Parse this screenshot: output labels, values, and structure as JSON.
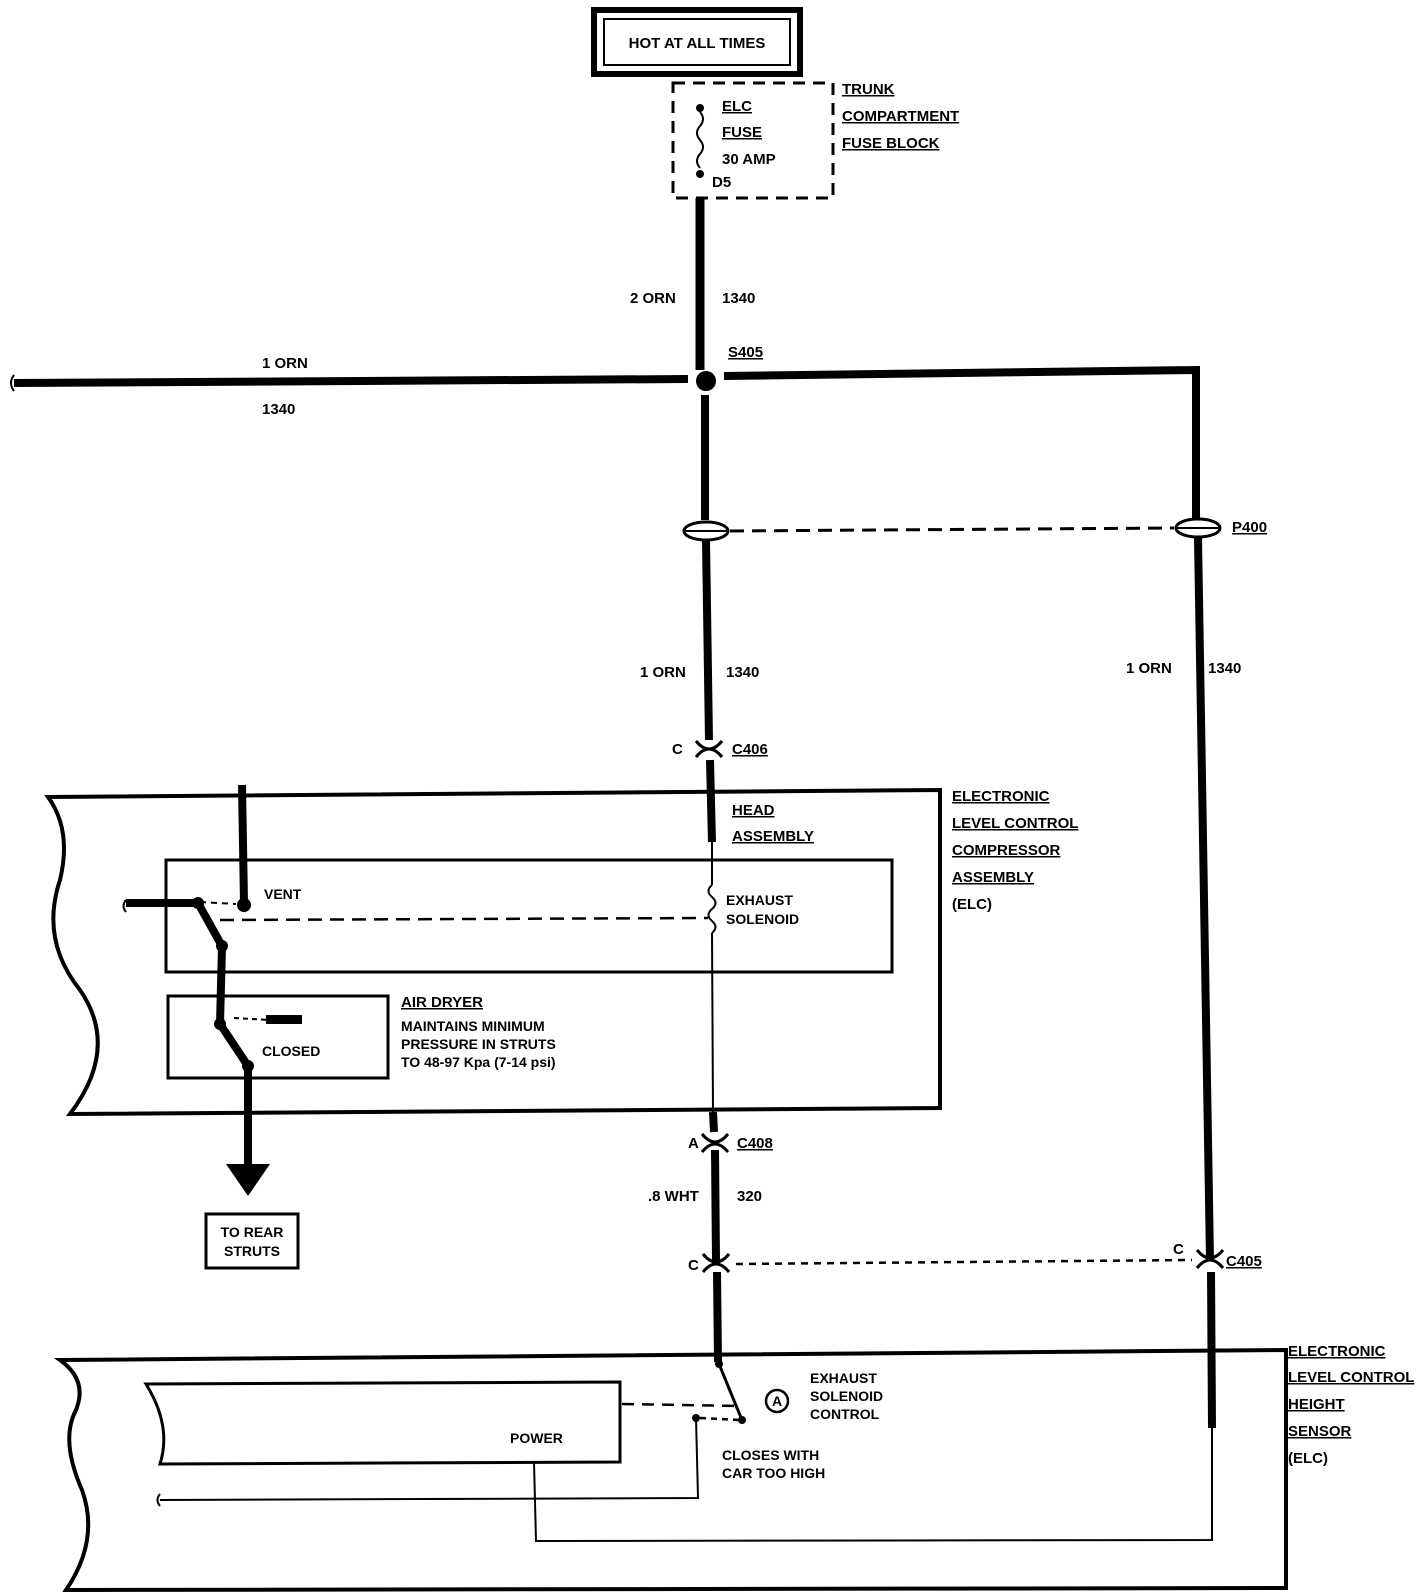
{
  "power_source": {
    "label": "HOT AT ALL TIMES"
  },
  "fuse": {
    "line1": "ELC",
    "line2": "FUSE",
    "rating": "30 AMP",
    "terminal": "D5"
  },
  "fuse_block": {
    "line1": "TRUNK",
    "line2": "COMPARTMENT",
    "line3": "FUSE BLOCK"
  },
  "wires": {
    "feed_gauge": "2 ORN",
    "feed_circuit": "1340",
    "left_gauge": "1 ORN",
    "left_circuit": "1340",
    "center_gauge": "1 ORN",
    "center_circuit": "1340",
    "right_gauge": "1 ORN",
    "right_circuit": "1340",
    "solenoid_gauge": ".8 WHT",
    "solenoid_circuit": "320"
  },
  "splice": {
    "label": "S405"
  },
  "connectors": {
    "p400": "P400",
    "c406_pin": "C",
    "c406": "C406",
    "c408_pin": "A",
    "c408": "C408",
    "c405_pin_left": "C",
    "c405_pin_right": "C",
    "c405": "C405"
  },
  "compressor": {
    "title1": "ELECTRONIC",
    "title2": "LEVEL CONTROL",
    "title3": "COMPRESSOR",
    "title4": "ASSEMBLY",
    "title5": "(ELC)",
    "head1": "HEAD",
    "head2": "ASSEMBLY",
    "solenoid1": "EXHAUST",
    "solenoid2": "SOLENOID",
    "vent": "VENT",
    "closed": "CLOSED",
    "dryer_title": "AIR DRYER",
    "dryer_line1": "MAINTAINS MINIMUM",
    "dryer_line2": "PRESSURE IN STRUTS",
    "dryer_line3": "TO 48-97 Kpa (7-14 psi)"
  },
  "rear_struts": {
    "line1": "TO REAR",
    "line2": "STRUTS"
  },
  "height_sensor": {
    "title1": "ELECTRONIC",
    "title2": "LEVEL CONTROL",
    "title3": "HEIGHT",
    "title4": "SENSOR",
    "title5": "(ELC)",
    "power": "POWER",
    "ctrl_letter": "A",
    "ctrl1": "EXHAUST",
    "ctrl2": "SOLENOID",
    "ctrl3": "CONTROL",
    "closes1": "CLOSES WITH",
    "closes2": "CAR TOO HIGH"
  }
}
